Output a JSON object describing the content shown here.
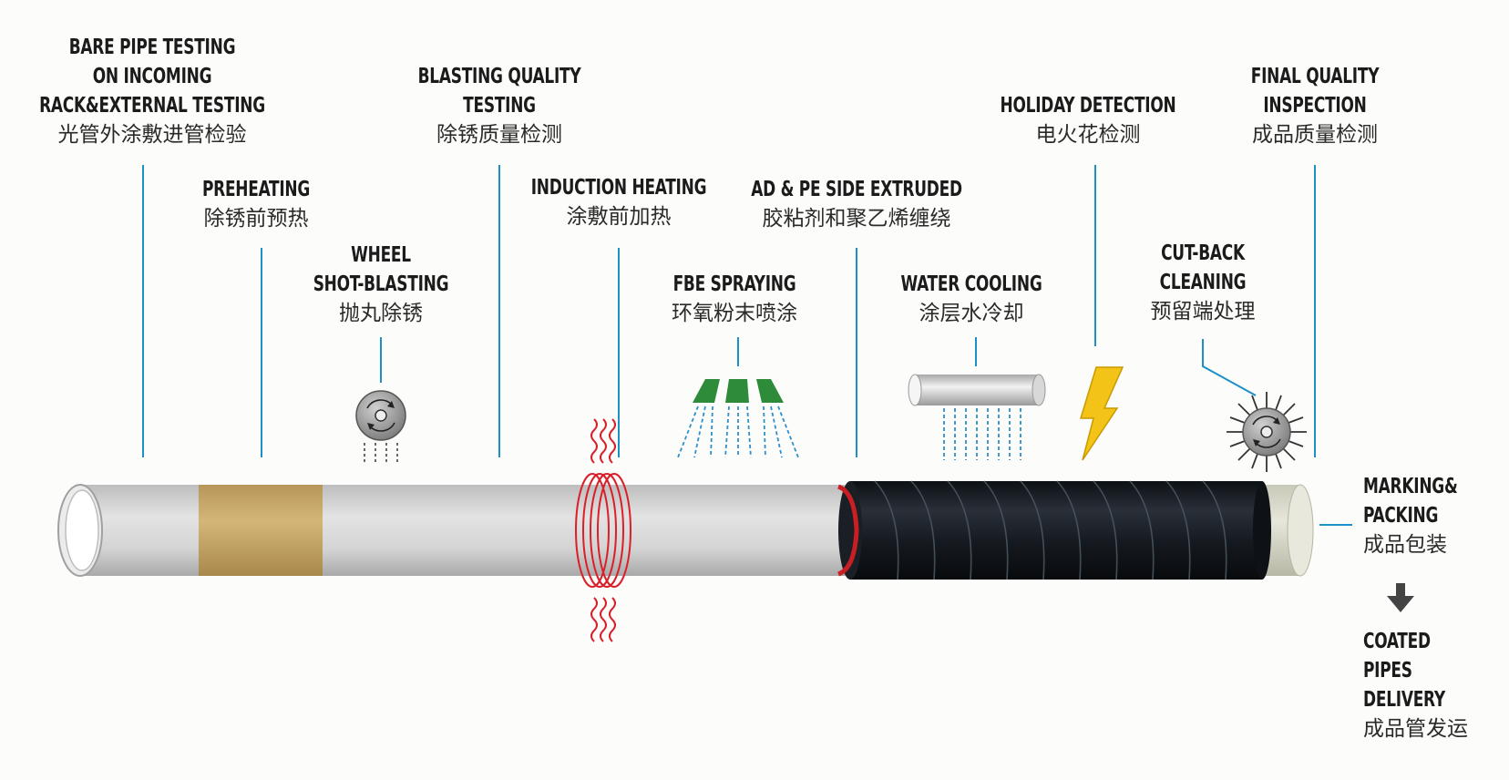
{
  "steps": [
    {
      "id": "bare-pipe-testing",
      "en": [
        "BARE PIPE TESTING",
        "ON INCOMING",
        "RACK&EXTERNAL TESTING"
      ],
      "zh": "光管外涂敷进管检验"
    },
    {
      "id": "preheating",
      "en": [
        "PREHEATING"
      ],
      "zh": "除锈前预热"
    },
    {
      "id": "wheel-shot-blasting",
      "en": [
        "WHEEL",
        "SHOT-BLASTING"
      ],
      "zh": "抛丸除锈"
    },
    {
      "id": "blasting-quality-testing",
      "en": [
        "BLASTING QUALITY",
        "TESTING"
      ],
      "zh": "除锈质量检测"
    },
    {
      "id": "induction-heating",
      "en": [
        "INDUCTION HEATING"
      ],
      "zh": "涂敷前加热"
    },
    {
      "id": "fbe-spraying",
      "en": [
        "FBE SPRAYING"
      ],
      "zh": "环氧粉末喷涂"
    },
    {
      "id": "ad-pe-side-extruded",
      "en": [
        "AD &  PE SIDE EXTRUDED"
      ],
      "zh": "胶粘剂和聚乙烯缠绕"
    },
    {
      "id": "water-cooling",
      "en": [
        "WATER COOLING"
      ],
      "zh": "涂层水冷却"
    },
    {
      "id": "holiday-detection",
      "en": [
        "HOLIDAY DETECTION"
      ],
      "zh": "电火花检测"
    },
    {
      "id": "cut-back-cleaning",
      "en": [
        "CUT-BACK",
        "CLEANING"
      ],
      "zh": "预留端处理"
    },
    {
      "id": "final-quality-inspection",
      "en": [
        "FINAL QUALITY",
        "INSPECTION"
      ],
      "zh": "成品质量检测"
    },
    {
      "id": "marking-packing",
      "en": [
        "MARKING&",
        "PACKING"
      ],
      "zh": "成品包装"
    },
    {
      "id": "coated-pipes-delivery",
      "en": [
        "COATED",
        "PIPES",
        "DELIVERY"
      ],
      "zh": "成品管发运"
    }
  ],
  "colors": {
    "leader": "#1e90c8",
    "pipe_grey": "#d6d6d6",
    "preheat_band": "#c9a96a",
    "coating_black": "#151a20",
    "heat_red": "#d9202a",
    "fbe_green": "#2e8b3a",
    "spray_blue": "#2f8fc9",
    "bolt_yellow": "#f4c318",
    "end_cream": "#dcdccf"
  }
}
